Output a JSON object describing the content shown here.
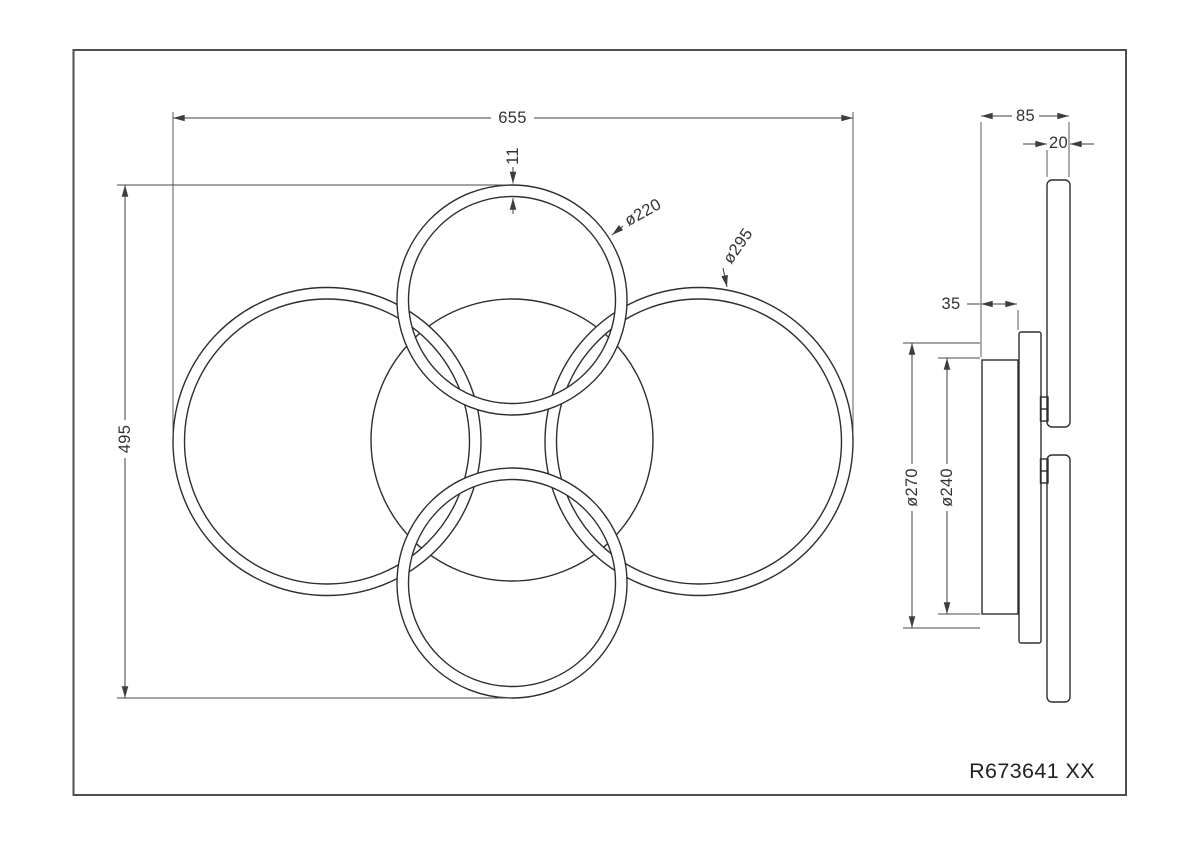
{
  "part_number": "R673641 XX",
  "front_view": {
    "overall_width": "655",
    "overall_height": "495",
    "ring_profile_width": "11",
    "small_ring_diameter": "ø220",
    "large_ring_diameter": "ø295"
  },
  "side_view": {
    "total_depth": "85",
    "ring_depth": "20",
    "canopy_depth": "35",
    "canopy_outer_diameter": "ø270",
    "canopy_inner_diameter": "ø240"
  },
  "colors": {
    "background": "#ffffff",
    "line": "#2e2e2e",
    "dimension": "#3d3d3d",
    "border": "#4f4f4f"
  }
}
